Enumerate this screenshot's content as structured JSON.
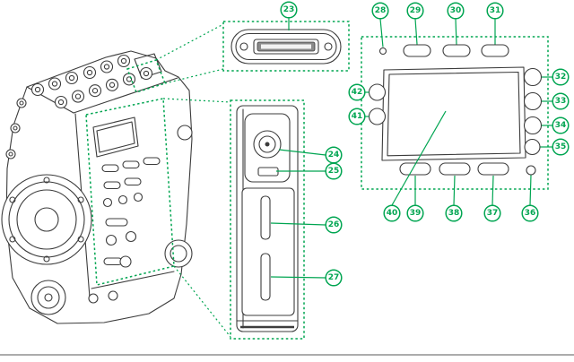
{
  "diagram": {
    "colors": {
      "accent_green": "#00A551",
      "line_gray": "#3C3C3C"
    }
  },
  "callouts": {
    "c23": "23",
    "c24": "24",
    "c25": "25",
    "c26": "26",
    "c27": "27",
    "c28": "28",
    "c29": "29",
    "c30": "30",
    "c31": "31",
    "c32": "32",
    "c33": "33",
    "c34": "34",
    "c35": "35",
    "c36": "36",
    "c37": "37",
    "c38": "38",
    "c39": "39",
    "c40": "40",
    "c41": "41",
    "c42": "42"
  }
}
